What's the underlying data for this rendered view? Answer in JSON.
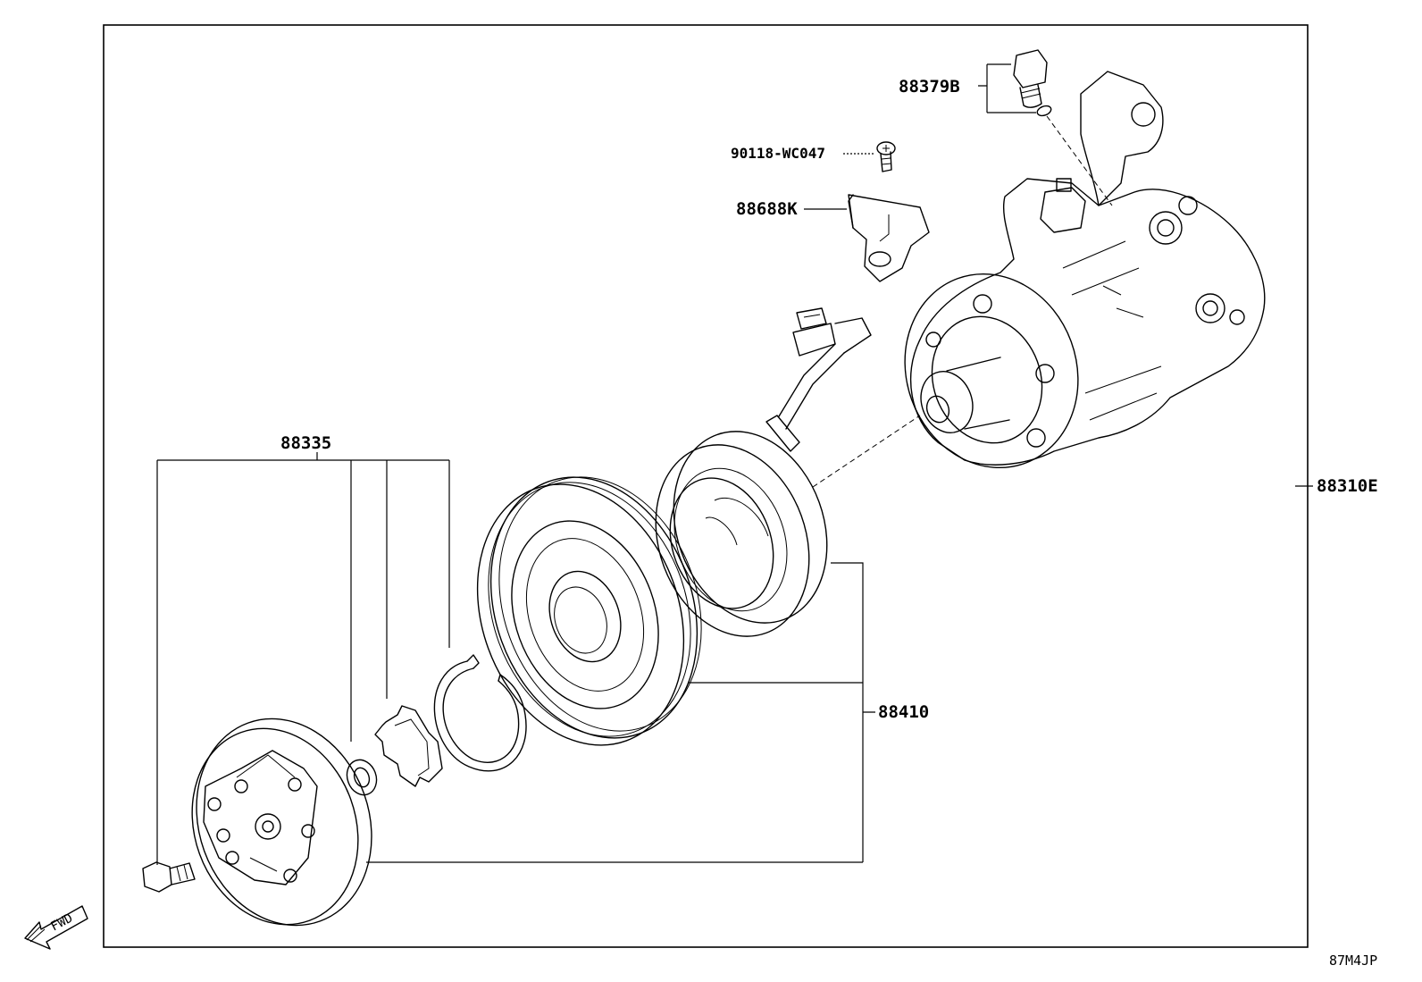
{
  "diagram": {
    "labels": {
      "p88379B": "88379B",
      "p90118": "90118-WC047",
      "p88688K": "88688K",
      "p88335": "88335",
      "p88310E": "88310E",
      "p88410": "88410"
    },
    "fwd_label": "FWD",
    "figure_code": "87M4JP"
  }
}
